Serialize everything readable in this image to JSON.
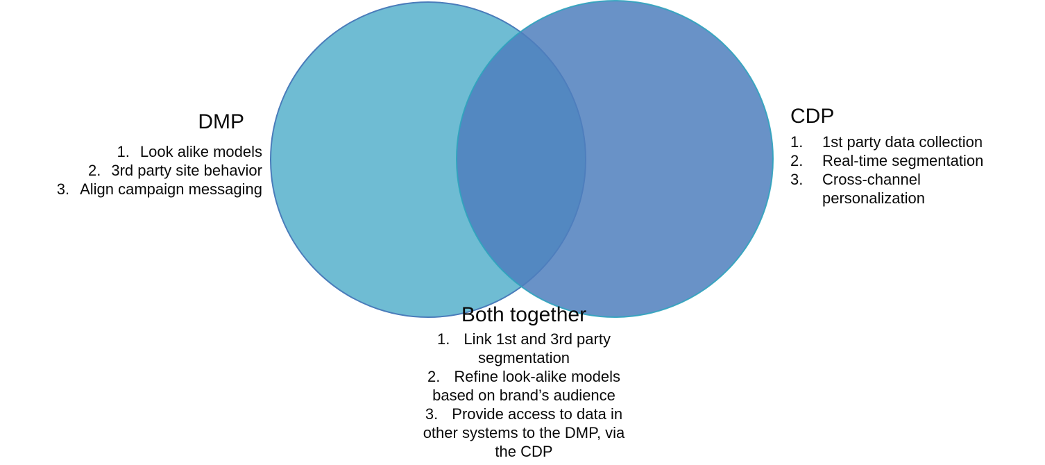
{
  "diagram": {
    "background": "#FFFFFF",
    "text_color": "#0A0A0A",
    "overlap_color": "#5388C0",
    "left": {
      "title": "DMP",
      "circle_fill": "#6FBCD3",
      "circle_stroke": "#4A7CBA",
      "items": [
        {
          "number": "1.",
          "lines": [
            "Look alike models"
          ]
        },
        {
          "number": "2.",
          "lines": [
            "3rd party site behavior"
          ]
        },
        {
          "number": "3.",
          "lines": [
            "Align campaign messaging"
          ]
        }
      ]
    },
    "right": {
      "title": "CDP",
      "circle_fill": "#4F7FBD",
      "circle_fill_opacity": "0.85",
      "circle_stroke": "#2FA3BC",
      "circle_stroke_opacity": "0.9",
      "items": [
        {
          "number": "1.",
          "lines": [
            "1st party data collection"
          ]
        },
        {
          "number": "2.",
          "lines": [
            "Real-time segmentation"
          ]
        },
        {
          "number": "3.",
          "lines": [
            "Cross-channel",
            "personalization"
          ]
        }
      ]
    },
    "center": {
      "title": "Both together",
      "items": [
        {
          "number": "1.",
          "lines": [
            "Link 1st and 3rd party",
            "segmentation"
          ]
        },
        {
          "number": "2.",
          "lines": [
            "Refine look-alike models",
            "based on brand’s audience"
          ]
        },
        {
          "number": "3.",
          "lines": [
            "Provide access to data in",
            "other systems to the DMP, via",
            "the CDP"
          ]
        }
      ]
    }
  }
}
